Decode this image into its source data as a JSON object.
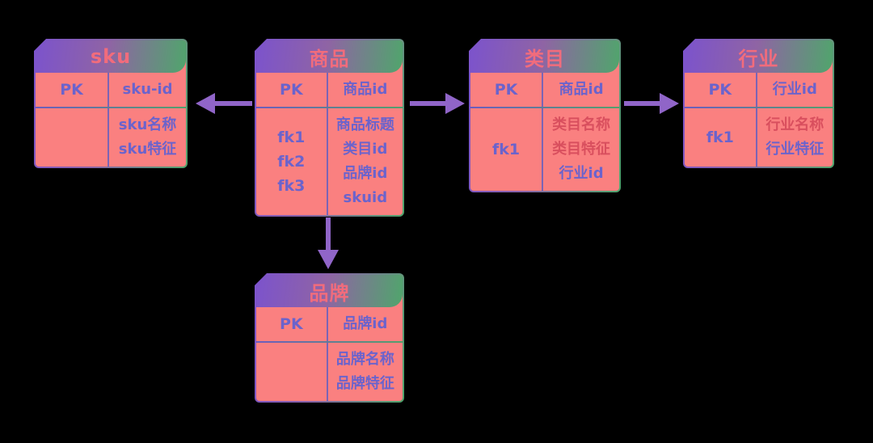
{
  "colors": {
    "background": "#000000",
    "table_body": "#fa8080",
    "header_gradient_start": "#7c53cc",
    "header_gradient_end": "#50a56c",
    "title_text": "#f16c7c",
    "purple": "#6b63cc",
    "red": "#d94f5e",
    "arrow": "#9065c8",
    "divider": "#7b64b5"
  },
  "tables": [
    {
      "id": "sku",
      "title": "sku",
      "rows": [
        {
          "keys": [
            "PK"
          ],
          "values": [
            {
              "text": "sku-id",
              "color": "purple"
            }
          ]
        },
        {
          "keys": [],
          "values": [
            {
              "text": "sku名称",
              "color": "purple"
            },
            {
              "text": "sku特征",
              "color": "purple"
            }
          ]
        }
      ]
    },
    {
      "id": "product",
      "title": "商品",
      "rows": [
        {
          "keys": [
            "PK"
          ],
          "values": [
            {
              "text": "商品id",
              "color": "purple"
            }
          ]
        },
        {
          "keys": [
            "fk1",
            "fk2",
            "fk3"
          ],
          "values": [
            {
              "text": "商品标题",
              "color": "purple"
            },
            {
              "text": "类目id",
              "color": "purple"
            },
            {
              "text": "品牌id",
              "color": "purple"
            },
            {
              "text": "skuid",
              "color": "purple"
            }
          ]
        }
      ]
    },
    {
      "id": "category",
      "title": "类目",
      "rows": [
        {
          "keys": [
            "PK"
          ],
          "values": [
            {
              "text": "商品id",
              "color": "purple"
            }
          ]
        },
        {
          "keys": [
            "fk1"
          ],
          "values": [
            {
              "text": "类目名称",
              "color": "red"
            },
            {
              "text": "类目特征",
              "color": "red"
            },
            {
              "text": "行业id",
              "color": "purple"
            }
          ]
        }
      ]
    },
    {
      "id": "industry",
      "title": "行业",
      "rows": [
        {
          "keys": [
            "PK"
          ],
          "values": [
            {
              "text": "行业id",
              "color": "purple"
            }
          ]
        },
        {
          "keys": [
            "fk1"
          ],
          "values": [
            {
              "text": "行业名称",
              "color": "red"
            },
            {
              "text": "行业特征",
              "color": "purple"
            }
          ]
        }
      ]
    },
    {
      "id": "brand",
      "title": "品牌",
      "rows": [
        {
          "keys": [
            "PK"
          ],
          "values": [
            {
              "text": "品牌id",
              "color": "purple"
            }
          ]
        },
        {
          "keys": [],
          "values": [
            {
              "text": "品牌名称",
              "color": "purple"
            },
            {
              "text": "品牌特征",
              "color": "purple"
            }
          ]
        }
      ]
    }
  ],
  "arrows": [
    {
      "name": "arrow-product-to-sku",
      "direction": "left"
    },
    {
      "name": "arrow-product-to-category",
      "direction": "right"
    },
    {
      "name": "arrow-category-to-industry",
      "direction": "right"
    },
    {
      "name": "arrow-product-to-brand",
      "direction": "down"
    }
  ]
}
